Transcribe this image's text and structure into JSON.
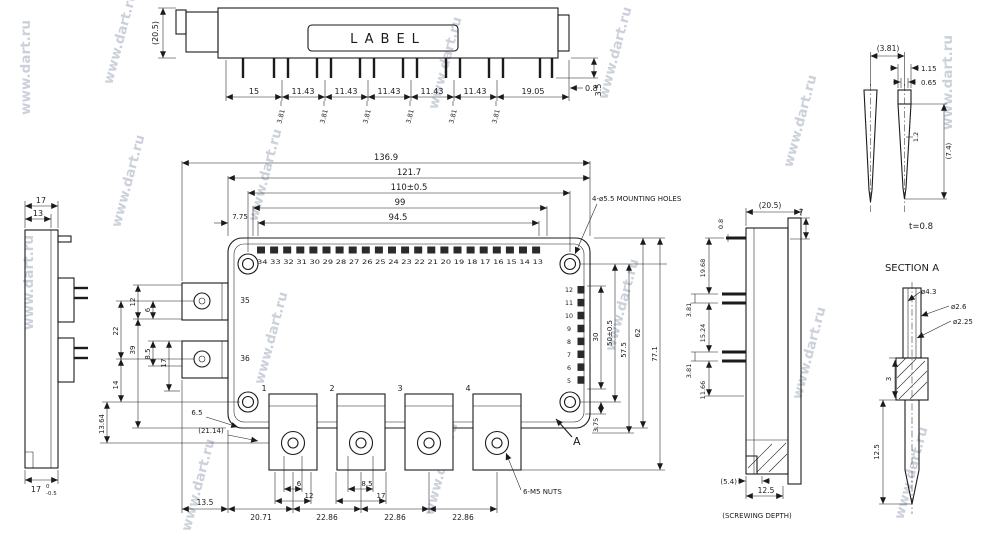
{
  "watermark": {
    "text": "www.dart.ru",
    "color": "#bdc4d0"
  },
  "top_view": {
    "label": "LABEL",
    "height_dim": "(20.5)",
    "pitch_dims": [
      "15",
      "11.43",
      "11.43",
      "11.43",
      "11.43",
      "11.43",
      "19.05"
    ],
    "pin_offset_dim": "0.8",
    "pin_length_dim": "3.5",
    "pair_pitch_dims": [
      "3.81",
      "3.81",
      "3.81",
      "3.81",
      "3.81",
      "3.81"
    ]
  },
  "left_view": {
    "width_dim": "17",
    "inner_width_dim": "13",
    "bottom_width_dim": "17",
    "tolerance_upper": "0",
    "tolerance_lower": "-0.5"
  },
  "front_view": {
    "top_dims": [
      "136.9",
      "121.7",
      "110±0.5",
      "99",
      "94.5"
    ],
    "left_edge_dim": "7.75",
    "mounting_note": "4-ø5.5 MOUNTING HOLES",
    "pin_numbers": "34 33 32 31 30 29 28 27 26 25 24 23 22 21 20 19 18 17 16 15 14 13",
    "side_pin_numbers": [
      "12",
      "11",
      "10",
      "9",
      "8",
      "7",
      "6",
      "5"
    ],
    "aux_terminal_labels": [
      "35",
      "36"
    ],
    "terminal_labels": [
      "1",
      "2",
      "3",
      "4"
    ],
    "left_dims": [
      "12",
      "6",
      "22",
      "39",
      "8.5",
      "17",
      "14",
      "13.64"
    ],
    "offset_dims": [
      "6.5",
      "(21.14)"
    ],
    "right_dims": [
      "30",
      "50±0.5",
      "57.5",
      "62",
      "77.1"
    ],
    "corner_offset_dim": "3.75",
    "bottom_dims": [
      "13.5",
      "20.71",
      "22.86",
      "22.86",
      "22.86"
    ],
    "terminal_width_dims": [
      "6",
      "12",
      "8.5",
      "17"
    ],
    "nuts_note": "6-M5 NUTS",
    "section_arrow_label": "A"
  },
  "side_view": {
    "depth_dim": "(20.5)",
    "fin_dim": "7",
    "pin_stack_dims": [
      "0.8",
      "19.68",
      "3.81",
      "15.24",
      "3.81",
      "11.66"
    ],
    "screw_dims": [
      "(5.4)",
      "12.5"
    ],
    "screw_note": "(SCREWING DEPTH)"
  },
  "pin_detail": {
    "pitch_dim": "(3.81)",
    "width_dims": [
      "1.15",
      "0.65"
    ],
    "tip_dim": "1.2",
    "length_dim": "(7.4)",
    "thickness_note": "t=0.8"
  },
  "section_a": {
    "title": "SECTION A",
    "diameter_dims": [
      "ø4.3",
      "ø2.6",
      "ø2.25"
    ],
    "height_dim": "3",
    "depth_dim": "12.5"
  }
}
